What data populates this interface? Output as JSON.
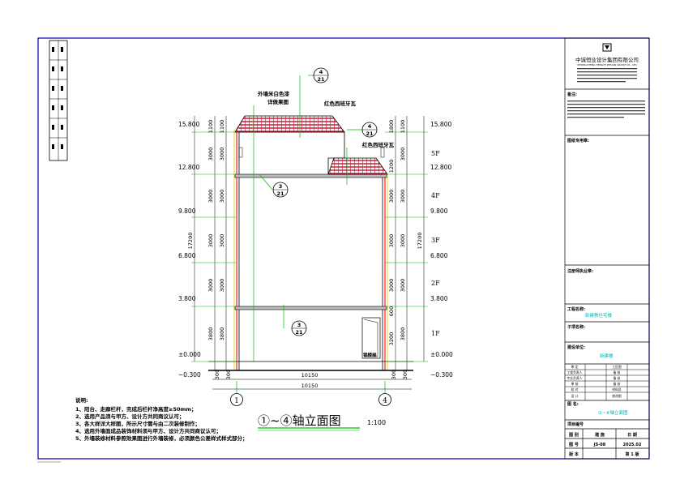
{
  "drawing": {
    "title": "①~④轴立面图",
    "scale": "1:100",
    "axis_labels": [
      "1",
      "4"
    ],
    "width_dims": [
      "10150",
      "10150"
    ],
    "side_dims": [
      "300",
      "300",
      "300",
      "300"
    ],
    "left_levels": [
      "15.800",
      "12.800",
      "9.800",
      "6.800",
      "3.800",
      "±0.000",
      "−0.300"
    ],
    "right_levels": [
      "15.800",
      "12.800",
      "9.800",
      "6.800",
      "3.800",
      "±0.000",
      "−0.300"
    ],
    "floors": [
      "5F",
      "4F",
      "3F",
      "2F",
      "1F"
    ],
    "left_inner_dims": [
      "1100",
      "3000",
      "3000",
      "3000",
      "3000",
      "3800"
    ],
    "left_total": "17200",
    "right_inner_dims": [
      "1800",
      "1200",
      "3000",
      "3000",
      "3000",
      "600",
      "3200"
    ],
    "right_total": "17200",
    "right_outer_dims": [
      "1100",
      "3000",
      "3000",
      "3000",
      "3000",
      "3800"
    ],
    "callouts": [
      {
        "top": "4",
        "bottom": "21"
      },
      {
        "top": "4",
        "bottom": "21"
      },
      {
        "top": "3",
        "bottom": "21"
      },
      {
        "top": "3",
        "bottom": "21"
      }
    ],
    "annotations": {
      "wall_paint": "外墙米白色漆",
      "wall_paint_2": "详做果图",
      "roof_tile": "红色西班牙瓦",
      "roof_tile_2": "红色西班牙瓦",
      "stair": "钢楼梯"
    }
  },
  "notes": {
    "heading": "说明:",
    "items": [
      "1、阳台、走廊栏杆，完成后栏杆净高度≥50mm；",
      "2、选用产品须与甲方、设计方共同商议认可；",
      "3、各大样详大样图，所示尺寸需与由二次装修制作；",
      "4、选用外墙面成品装饰材料须与甲方、设计方共同商议认可；",
      "5、外墙装修材料参照效果图进行外墙装修，必须颜色公差样式样式部分；"
    ]
  },
  "title_block": {
    "company": "中诚恒业设计集团有限公司",
    "company_en": "ZHONGCHENG HENGYE DESIGN GROUP CO., LTD",
    "notes_label": "备注:",
    "change_label": "图纸专用章:",
    "seal_label": "注册师执业章:",
    "project_label": "工程名称:",
    "project_name": "新建教住宅楼",
    "sub_label": "子项名称:",
    "client_label": "建设单位:",
    "client_name": "新建楼",
    "sign_rows": [
      [
        "审 定",
        "",
        "工区图",
        ""
      ],
      [
        "工程负责人",
        "",
        "备 核",
        ""
      ],
      [
        "专业负责人",
        "",
        "备 核",
        ""
      ],
      [
        "审 核",
        "",
        "备 核",
        ""
      ],
      [
        "校 对",
        "",
        "材料员",
        ""
      ],
      [
        "设 计",
        "",
        "修改图",
        ""
      ]
    ],
    "drawing_name_label": "图 名:",
    "drawing_name": "①~④轴立面图",
    "project_no_label": "项目编号",
    "footer_row1": [
      "图 别",
      "建 施",
      "日 期"
    ],
    "footer_row2": [
      "图 号",
      "JS-08",
      "2025.02"
    ],
    "footer_row3": [
      "版 本",
      "",
      "第 1 版"
    ]
  },
  "colors": {
    "tile": "#c8102e",
    "grid": "#00c000",
    "wall_red": "#ff2020",
    "cyan": "#00b4b4",
    "border": "#0000aa"
  }
}
